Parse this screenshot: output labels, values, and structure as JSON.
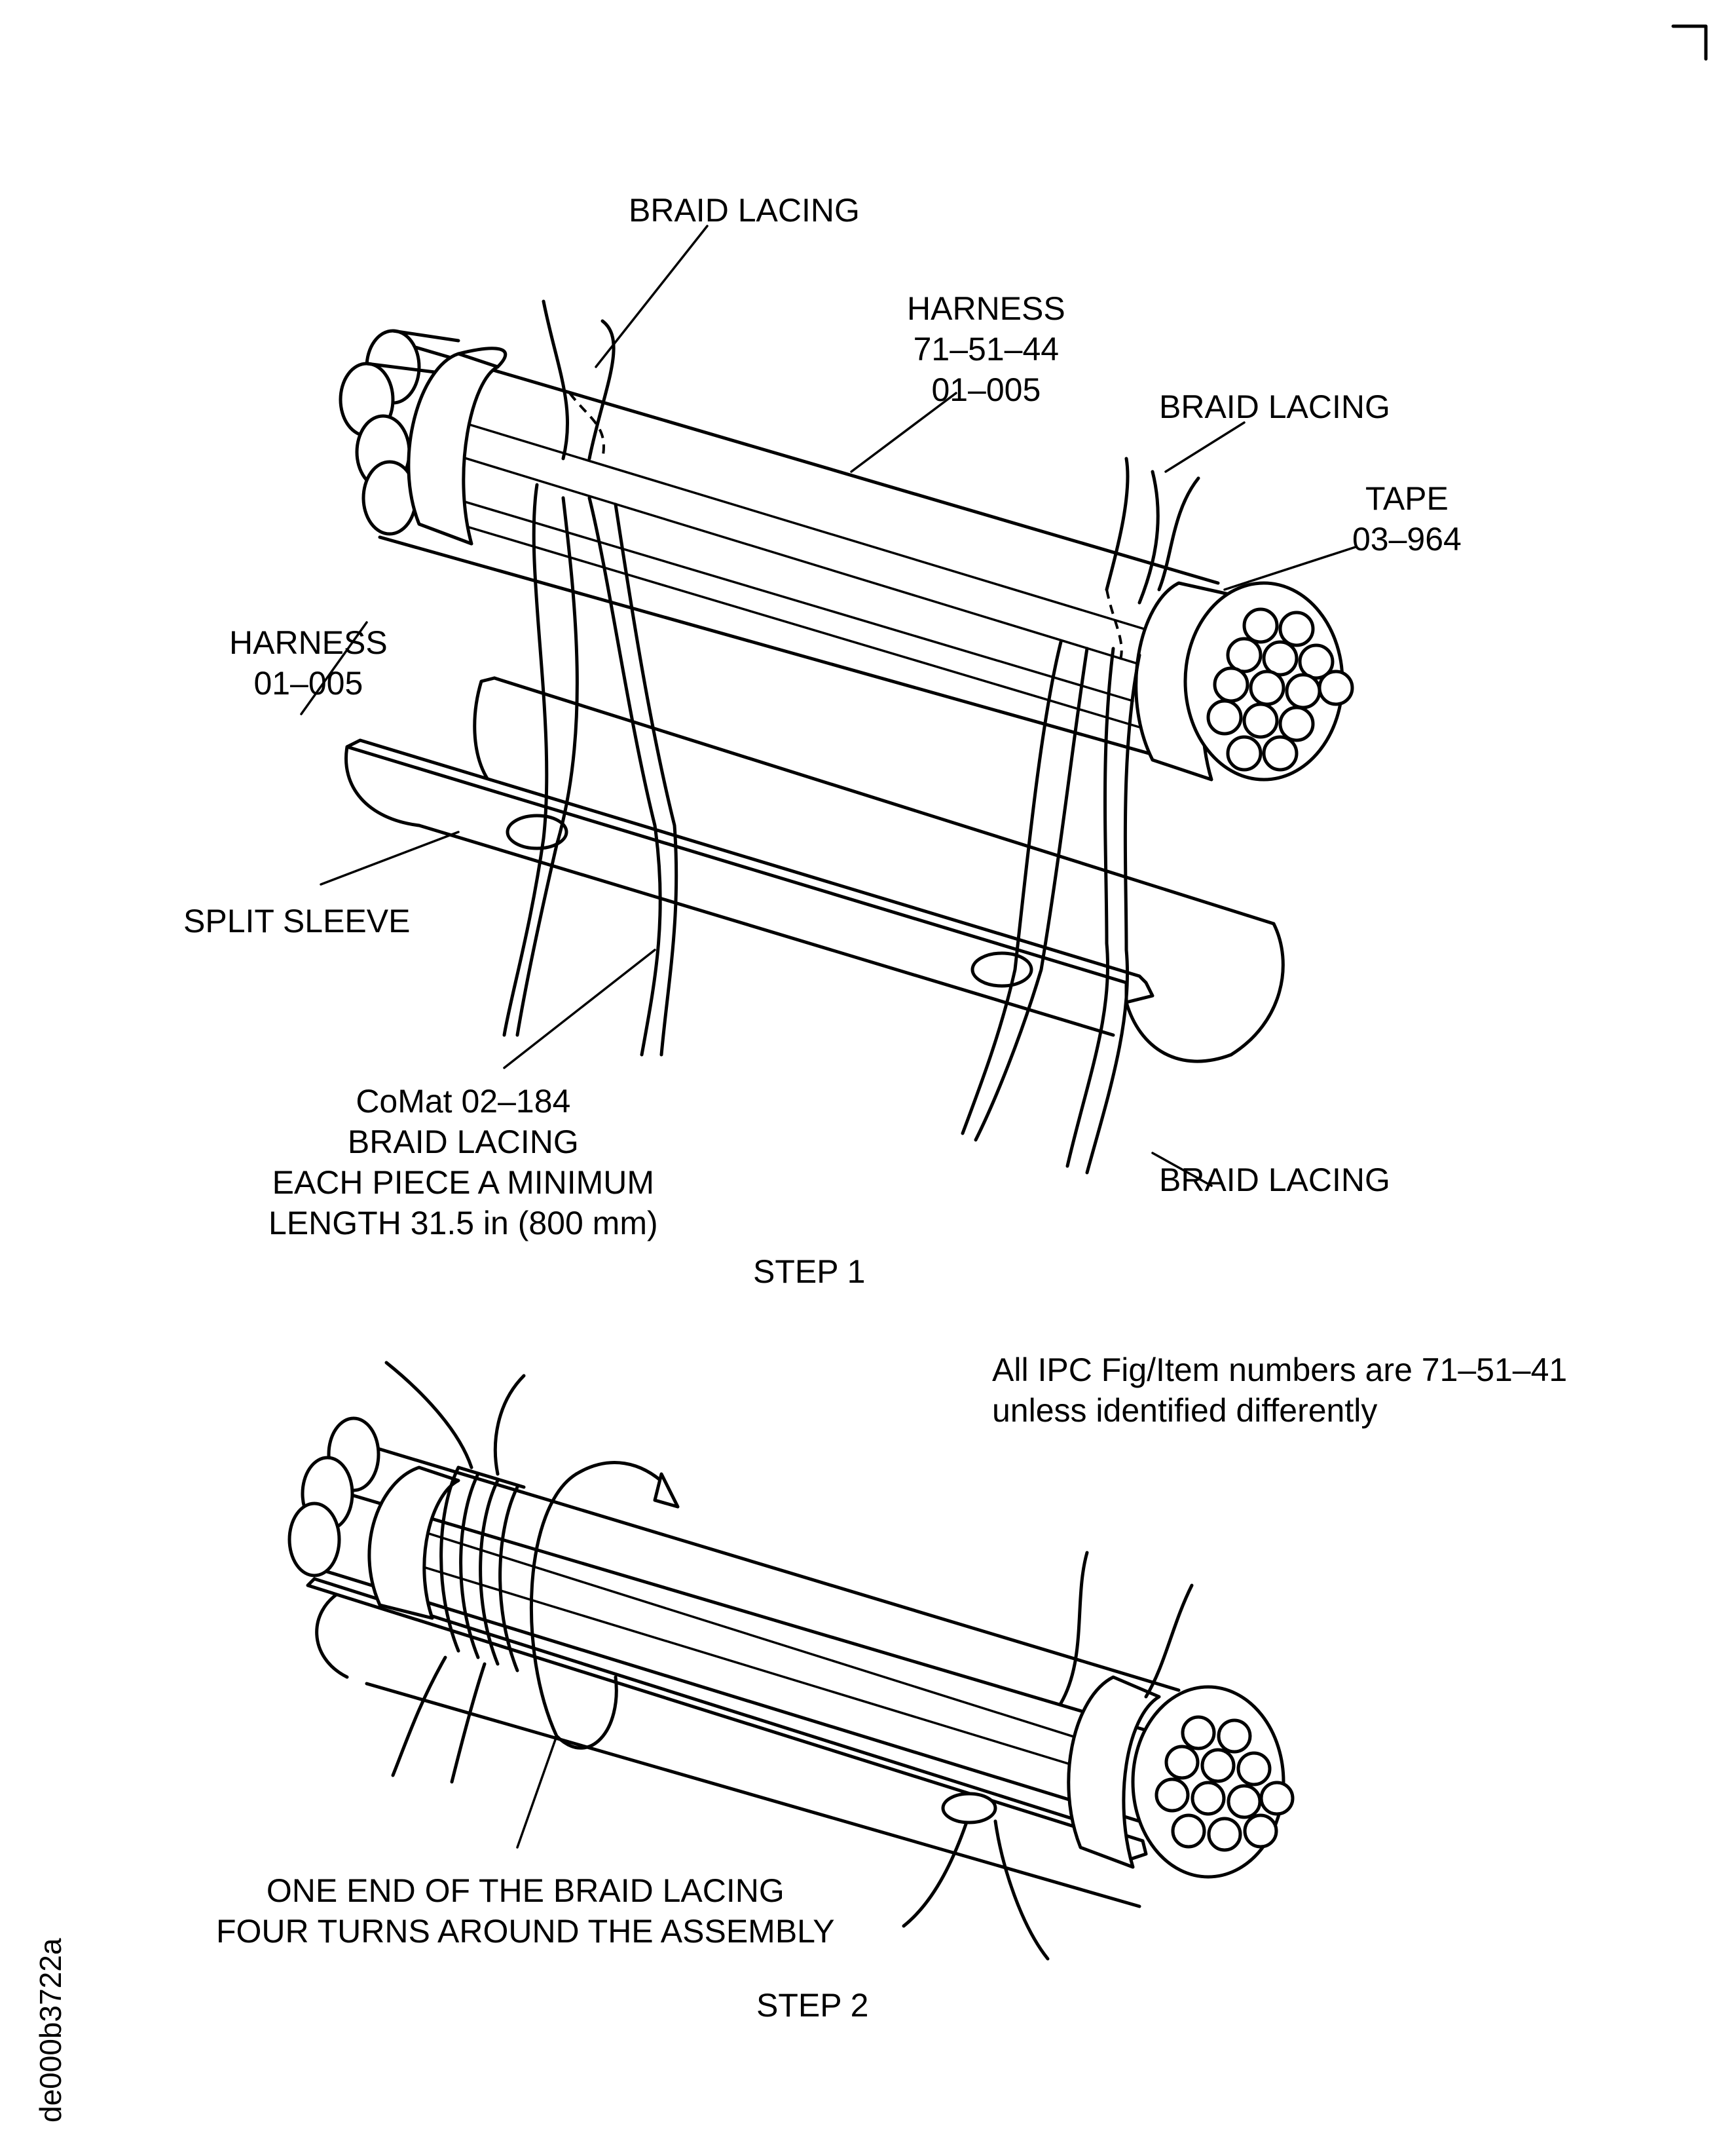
{
  "step1": {
    "braid_lacing_top": "BRAID LACING",
    "harness_main": [
      "HARNESS",
      "71–51–44",
      "01–005"
    ],
    "braid_lacing_right": "BRAID LACING",
    "tape": [
      "TAPE",
      "03–964"
    ],
    "harness_left": [
      "HARNESS",
      "01–005"
    ],
    "split_sleeve": "SPLIT SLEEVE",
    "comat": [
      "CoMat 02–184",
      "BRAID LACING",
      "EACH PIECE A MINIMUM",
      "LENGTH 31.5 in (800 mm)"
    ],
    "braid_lacing_bottom": "BRAID LACING",
    "caption": "STEP 1"
  },
  "step2": {
    "note": [
      "All IPC Fig/Item numbers are 71–51–41",
      "unless identified differently"
    ],
    "one_end": [
      "ONE END OF THE BRAID LACING",
      "FOUR TURNS AROUND THE ASSEMBLY"
    ],
    "caption": "STEP 2"
  },
  "drawing_code": "de000b3722a",
  "icons": [
    "corner-mark-icon",
    "harness-bundle-icon",
    "split-sleeve-icon",
    "braid-lacing-icon",
    "tape-band-icon"
  ]
}
